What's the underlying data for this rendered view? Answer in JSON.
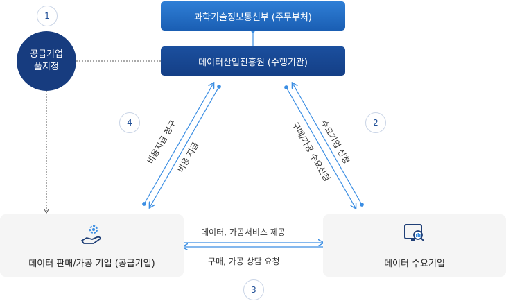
{
  "ministry": "과학기술정보통신부 (주무부처)",
  "agency": "데이터산업진흥원 (수행기관)",
  "designate": {
    "line1": "공급기업",
    "line2": "풀지정"
  },
  "steps": [
    "1",
    "2",
    "3",
    "4"
  ],
  "supplier": "데이터 판매/가공 기업 (공급기업)",
  "demand": "데이터 수요기업",
  "flows": {
    "provide": "데이터, 가공서비스 제공",
    "request": "구매, 가공 상담 요청",
    "apply_demand": "수요기업 신청",
    "apply_purchase": "구매/가공 수요신청",
    "claim": "비용지급 청구",
    "pay": "비용 지급"
  },
  "colors": {
    "primary": "#1a5eb3",
    "dark": "#173c7f",
    "arrow": "#3b8ee3"
  },
  "icons": [
    "hand-gear-icon",
    "monitor-chart-icon"
  ]
}
